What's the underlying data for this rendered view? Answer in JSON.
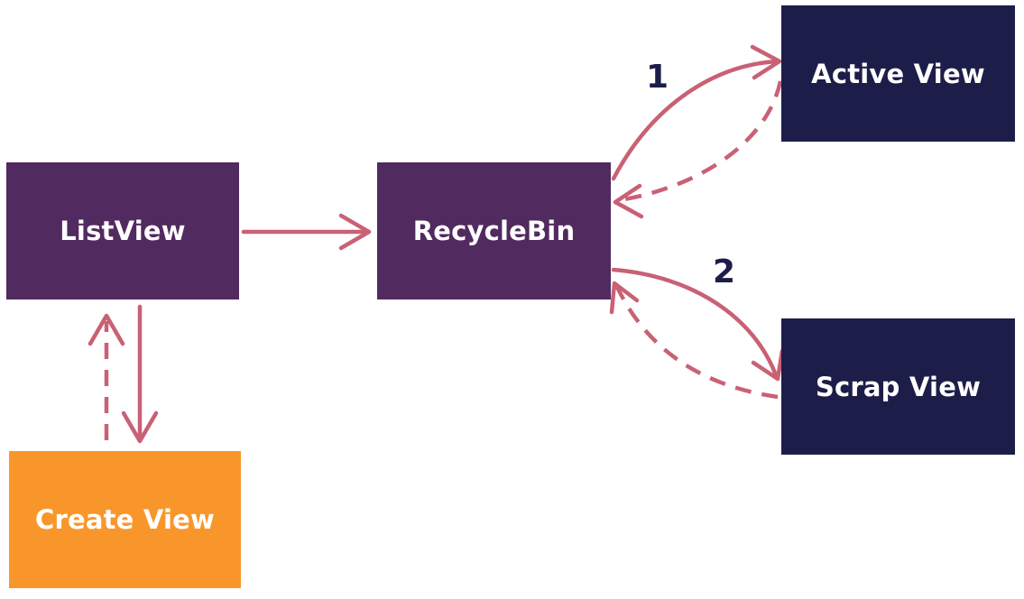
{
  "nodes": {
    "listview": {
      "label": "ListView"
    },
    "recyclebin": {
      "label": "RecycleBin"
    },
    "active": {
      "label": "Active View"
    },
    "scrap": {
      "label": "Scrap View"
    },
    "create": {
      "label": "Create View"
    }
  },
  "steps": {
    "first": "1",
    "second": "2"
  },
  "colors": {
    "purple_box": "#512a5f",
    "navy_box": "#1d1d49",
    "orange_box": "#f9962b",
    "arrow": "#c96175",
    "node_text": "#ffffff",
    "step_text": "#1d1d49"
  }
}
